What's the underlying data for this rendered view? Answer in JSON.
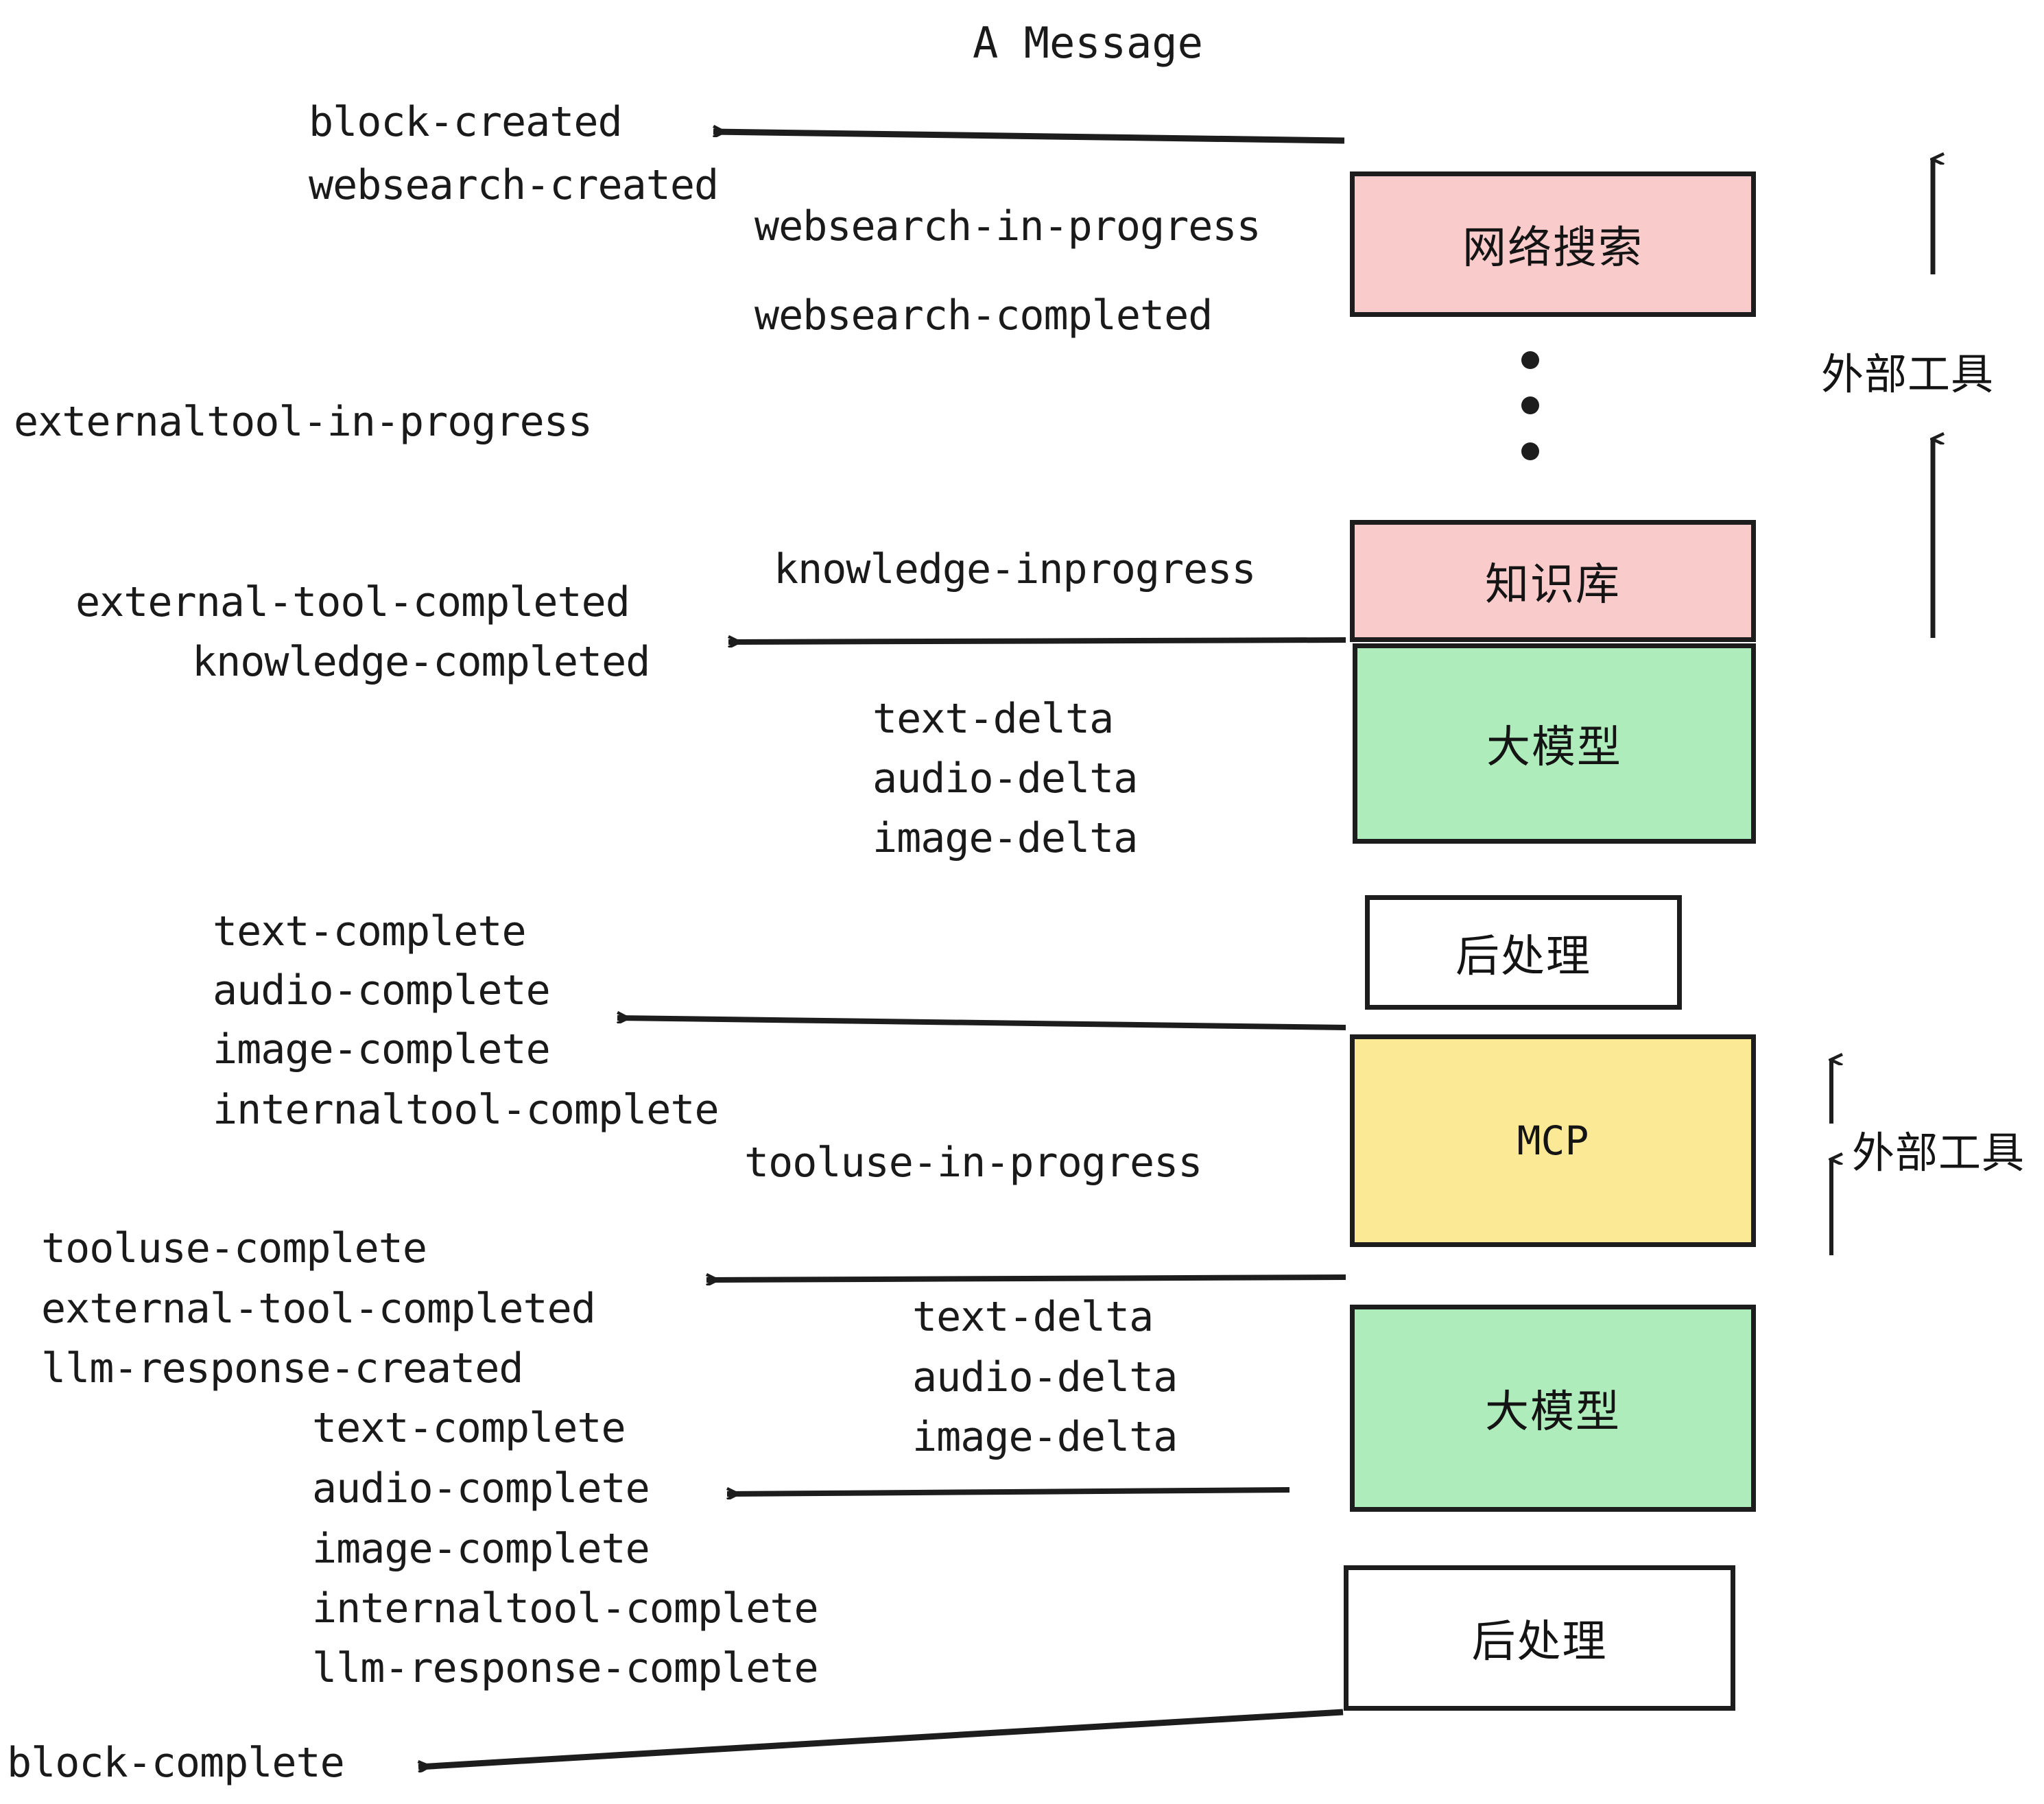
{
  "title": "A Message",
  "colors": {
    "pink": "#FACBCB",
    "green": "#AFECBC",
    "yellow": "#FCE996",
    "white": "#FFFFFF",
    "stroke": "#1d1d1d",
    "text": "#1a1a1a"
  },
  "boxes": [
    {
      "id": "websearch",
      "label": "网络搜索",
      "fill": "#FACBCB"
    },
    {
      "id": "knowledge",
      "label": "知识库",
      "fill": "#FACBCB"
    },
    {
      "id": "llm-top",
      "label": "大模型",
      "fill": "#AFECBC"
    },
    {
      "id": "postprocess-top",
      "label": "后处理",
      "fill": "#FFFFFF"
    },
    {
      "id": "mcp",
      "label": "MCP",
      "fill": "#FCE996"
    },
    {
      "id": "llm-bottom",
      "label": "大模型",
      "fill": "#AFECBC"
    },
    {
      "id": "postprocess-bottom",
      "label": "后处理",
      "fill": "#FFFFFF"
    }
  ],
  "side_labels": [
    {
      "id": "external-tools-top",
      "label": "外部工具"
    },
    {
      "id": "external-tools-bottom",
      "label": "外部工具"
    }
  ],
  "events": {
    "block_created": "block-created",
    "websearch_created": "websearch-created",
    "websearch_in_progress": "websearch-in-progress",
    "websearch_completed": "websearch-completed",
    "externaltool_in_progress": "externaltool-in-progress",
    "knowledge_inprogress": "knowledge-inprogress",
    "external_tool_completed_1": "external-tool-completed",
    "knowledge_completed": "knowledge-completed",
    "text_delta_1": "text-delta",
    "audio_delta_1": "audio-delta",
    "image_delta_1": "image-delta",
    "text_complete_1": "text-complete",
    "audio_complete_1": "audio-complete",
    "image_complete_1": "image-complete",
    "internaltool_complete_1": "internaltool-complete",
    "tooluse_in_progress": "tooluse-in-progress",
    "tooluse_complete": "tooluse-complete",
    "external_tool_completed_2": "external-tool-completed",
    "llm_response_created": "llm-response-created",
    "text_delta_2": "text-delta",
    "audio_delta_2": "audio-delta",
    "image_delta_2": "image-delta",
    "text_complete_2": "text-complete",
    "audio_complete_2": "audio-complete",
    "image_complete_2": "image-complete",
    "internaltool_complete_2": "internaltool-complete",
    "llm_response_complete": "llm-response-complete",
    "block_complete": "block-complete"
  },
  "ellipsis": {
    "dots": 3
  }
}
